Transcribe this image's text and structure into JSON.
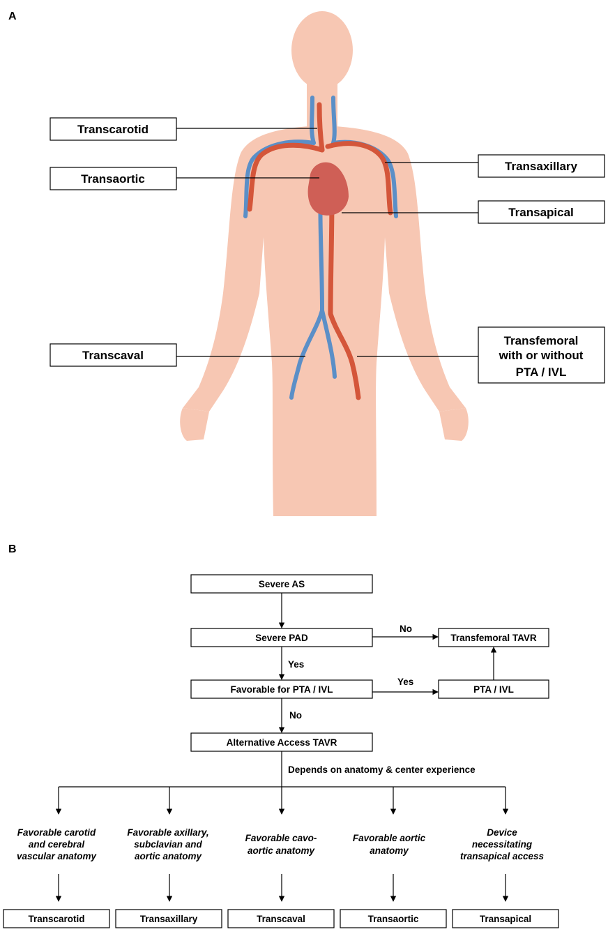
{
  "panel_a": {
    "letter": "A",
    "labels": {
      "transcarotid": "Transcarotid",
      "transaortic": "Transaortic",
      "transcaval": "Transcaval",
      "transaxillary": "Transaxillary",
      "transapical": "Transapical",
      "transfemoral_1": "Transfemoral",
      "transfemoral_2": "with or without",
      "transfemoral_3": "PTA / IVL"
    },
    "colors": {
      "skin": "#f7c7b3",
      "artery": "#d4563a",
      "vein": "#5b8fc7",
      "heart": "#cf5f56"
    }
  },
  "panel_b": {
    "letter": "B",
    "nodes": {
      "severe_as": "Severe AS",
      "severe_pad": "Severe PAD",
      "favorable_pta": "Favorable for PTA / IVL",
      "alternative": "Alternative Access TAVR",
      "transfemoral_tavr": "Transfemoral TAVR",
      "pta_ivl": "PTA / IVL"
    },
    "edges": {
      "no_1": "No",
      "yes_1": "Yes",
      "yes_2": "Yes",
      "no_2": "No",
      "depends": "Depends on anatomy & center experience"
    },
    "criteria": [
      [
        "Favorable carotid",
        "and cerebral",
        "vascular anatomy"
      ],
      [
        "Favorable axillary,",
        "subclavian and",
        "aortic anatomy"
      ],
      [
        "Favorable cavo-",
        "aortic anatomy"
      ],
      [
        "Favorable aortic",
        "anatomy"
      ],
      [
        "Device",
        "necessitating",
        "transapical access"
      ]
    ],
    "outcomes": [
      "Transcarotid",
      "Transaxillary",
      "Transcaval",
      "Transaortic",
      "Transapical"
    ]
  }
}
